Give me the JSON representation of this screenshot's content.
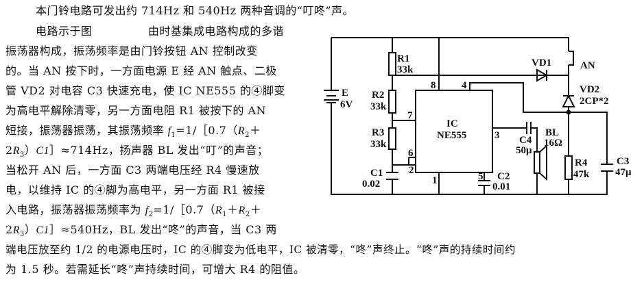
{
  "text": {
    "l0": "本门铃电路可发出约 714Hz 和 540Hz 两种音调的“叮咚”声。",
    "l1a": "电路示于图",
    "l1b": "由时基集成电路构成的多谐",
    "l2": "振荡器构成，振荡频率是由门铃按钮 AN 控制改变",
    "l3": "的。当 AN 按下时，一方面电源 E 经 AN 触点、二极",
    "l4": "管 VD2 对电容 C3 快速充电，使 IC NE555 的④脚变",
    "l5": "为高电平解除清零，另一方面电阻 R1 被按下的 AN",
    "l6a": "短接，振荡器振荡，其振荡频率 ",
    "l6b": "=1/［0.7（",
    "l6c": "＋",
    "l7a": "2",
    "l7b": "）",
    "l7c": "］≈714Hz，扬声器 BL 发出“叮”的声音；",
    "l8": "当松开 AN 后，一方面 C3 两端电压经 R4 慢速放",
    "l9": "电，以维持 IC 的④脚为高电平，另一方面 R1 被接",
    "l10a": "入电路，振荡器振荡频率为 ",
    "l10b": "=1/［0.7（",
    "l10c": "＋",
    "l10d": "＋",
    "l11a": "2",
    "l11b": "）",
    "l11c": "］≈540Hz，BL 发出“咚”的声音，当 C3 两",
    "l12": "端电压放至约 1/2 的电源电压时，IC 的④脚变为低电平，IC 被清零，“咚”声终止。“咚”声的持续时间约",
    "l13": "为 1.5 秒。若需延长“咚”声持续时间，可增大 R4 的阻值。",
    "f": "f",
    "R": "R",
    "C1": "C1",
    "s1": "1",
    "s2": "2",
    "s3": "3"
  },
  "circuit": {
    "R1": "R1",
    "R1v": "33k",
    "R2": "R2",
    "R2v": "33k",
    "R3": "R3",
    "R3v": "33k",
    "R4": "R4",
    "R4v": "47k",
    "C1": "C1",
    "C1v": "0.02",
    "C2": "C2",
    "C2v": "0.01",
    "C3": "C3",
    "C3v": "47μ",
    "C4": "C4",
    "C4v": "50μ",
    "E": "E",
    "Ev": "6V",
    "VD1": "VD1",
    "VD2": "VD2",
    "VD2v": "2CP*2",
    "AN": "AN",
    "BL": "BL",
    "BLv": "16Ω",
    "IC": "IC",
    "ICv": "NE555",
    "p8": "8",
    "p4": "4",
    "p7": "7",
    "p6": "6",
    "p2": "2",
    "p1": "1",
    "p3": "3",
    "p5": "5"
  }
}
